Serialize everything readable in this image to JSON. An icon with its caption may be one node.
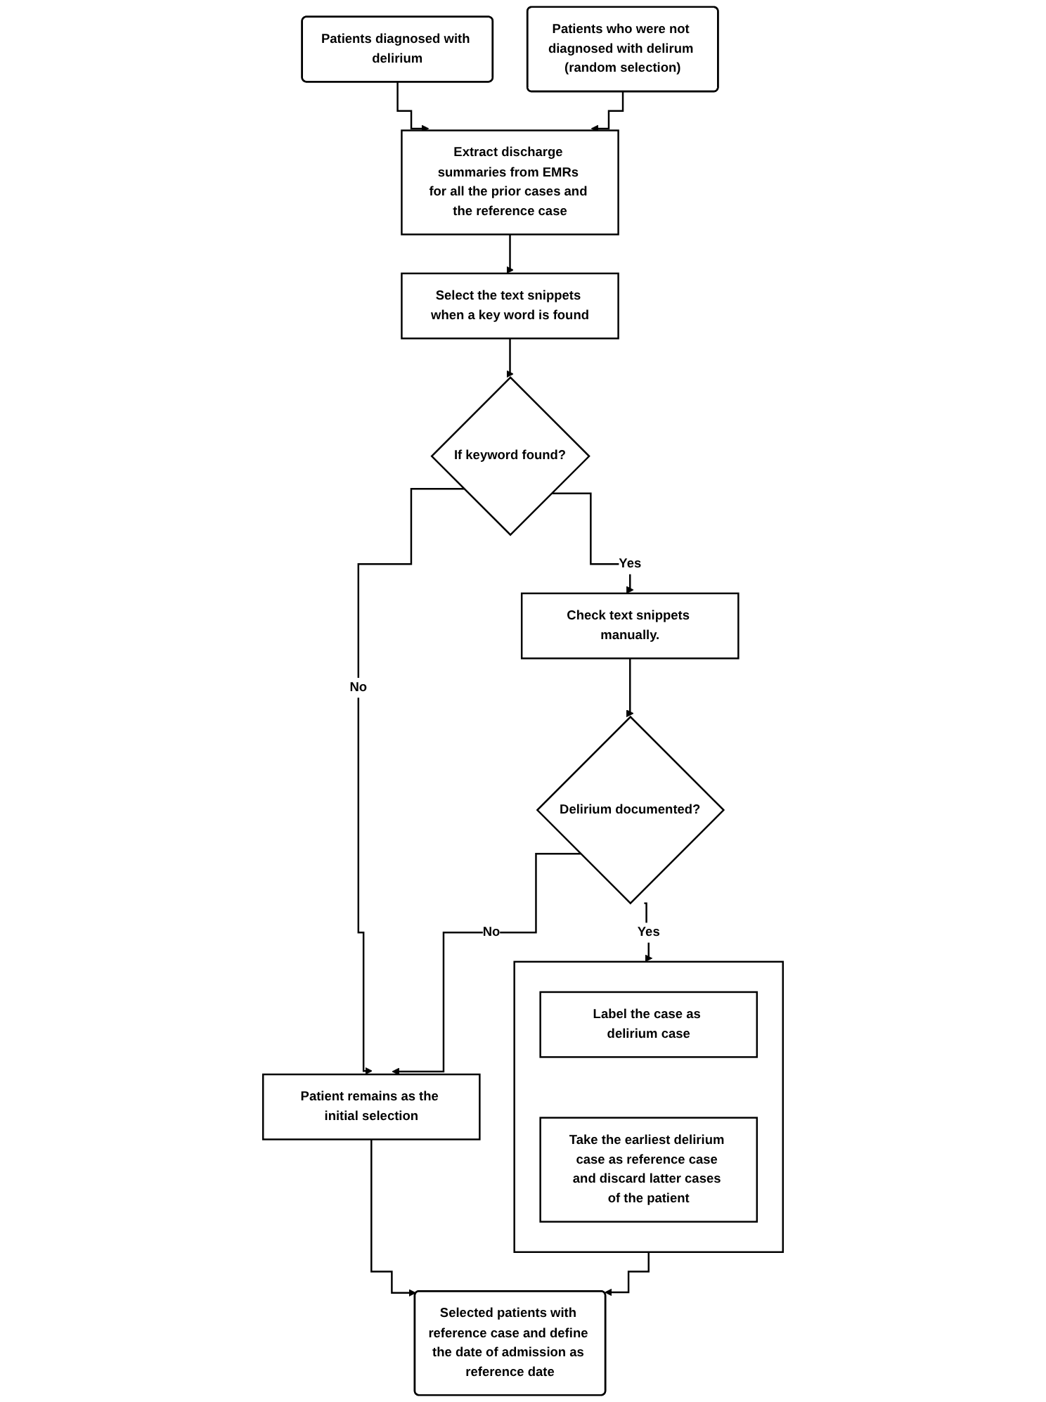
{
  "diagram": {
    "nodes": [
      {
        "text": [
          "Patients diagnosed with delirium"
        ]
      },
      {
        "text": [
          "Patients who were not diagnosed with delirum (random selection)"
        ]
      },
      {
        "text": [
          "Extract discharge summaries from EMRs for all the prior cases and the reference case"
        ]
      },
      {
        "text": [
          "Select the text snippets when a key word is found"
        ]
      },
      {
        "text": [
          "If keyword found?"
        ]
      },
      {
        "text": [
          "Check text snippets manually."
        ]
      },
      {
        "text": [
          "Delirium documented?"
        ]
      },
      {
        "text": [
          "Patient remains as the initial selection"
        ]
      },
      {
        "text": [],
        "shape": "box"
      },
      {
        "text": [
          "Label the case as delirium case"
        ],
        "in": 8
      },
      {
        "text": [
          "Take the earliest delirium case as reference case and discard latter cases of the patient"
        ],
        "in": 8
      },
      {
        "text": [
          "Selected patients with reference case and define the date of admission as reference date"
        ]
      }
    ],
    "edges": [
      {
        "from": 0,
        "to": 2,
        "arrow": "to"
      },
      {
        "from": 1,
        "to": 2,
        "arrow": "to"
      },
      {
        "from": 2,
        "to": 3,
        "arrow": "to"
      },
      {
        "from": 3,
        "to": 4,
        "arrow": "to"
      },
      {
        "from": 4,
        "to": 7,
        "arrow": "to",
        "label": "No"
      },
      {
        "from": 4,
        "to": 5,
        "arrow": "to",
        "label": "Yes"
      },
      {
        "from": 5,
        "to": 6,
        "arrow": "to"
      },
      {
        "from": 6,
        "to": 7,
        "arrow": "to",
        "label": "No"
      },
      {
        "from": 6,
        "to": 8,
        "arrow": "to",
        "label": "Yes"
      },
      {
        "from": 7,
        "to": 11,
        "arrow": "to"
      },
      {
        "from": 8,
        "to": 11,
        "arrow": "to"
      }
    ]
  }
}
